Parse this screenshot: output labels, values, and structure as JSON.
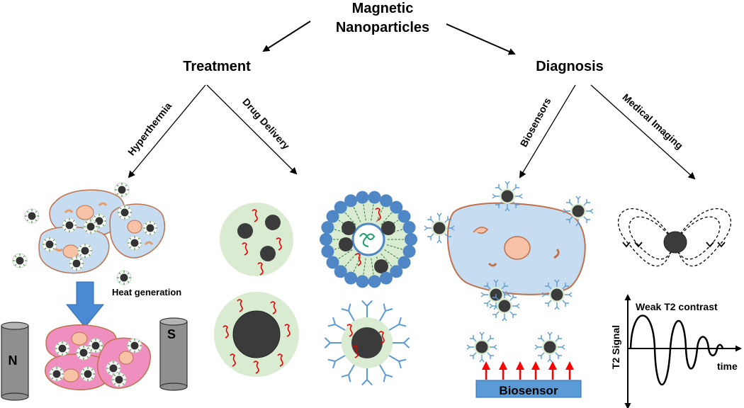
{
  "title_line1": "Magnetic",
  "title_line2": "Nanoparticles",
  "treatment": "Treatment",
  "diagnosis": "Diagnosis",
  "branch_hyperthermia": "Hyperthermia",
  "branch_drug_delivery": "Drug Delivery",
  "branch_biosensors": "Biosensors",
  "branch_medical_imaging": "Medical Imaging",
  "heat_generation": "Heat generation",
  "magnet_n": "N",
  "magnet_s": "S",
  "biosensor_label": "Biosensor",
  "weak_t2": "Weak T2 contrast",
  "t2_signal": "T2 Signal",
  "time_label": "time",
  "colors": {
    "cell_blue": "#c6dcf0",
    "cell_border": "#c0704a",
    "cell_pink": "#ef8fbf",
    "nucleus": "#f7c2a6",
    "coat_green": "#d9ecd2",
    "np_core": "#3b3b3b",
    "drug_red": "#e00000",
    "liposome_blue": "#4f86c6",
    "antibody_blue": "#5b9bd5",
    "arrow_blue": "#4a89d4",
    "magnet_gray": "#8f8f8f",
    "sensor_arrow_red": "#ff0000"
  }
}
